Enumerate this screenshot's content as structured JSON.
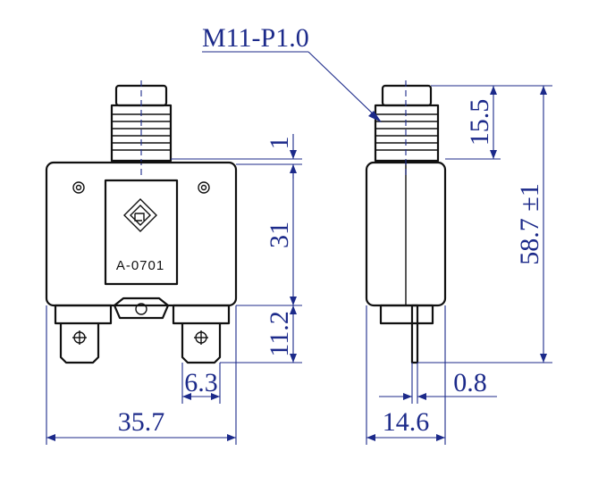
{
  "callout": {
    "label": "M11-P1.0"
  },
  "marking": {
    "code": "A-0701",
    "logo": "logo-icon"
  },
  "dims": {
    "height_total": "58.7 ±1",
    "button_height": "15.5",
    "collar_gap": "1",
    "body_height": "31",
    "terminal_length": "11.2",
    "terminal_width": "6.3",
    "body_width": "35.7",
    "body_depth": "14.6",
    "terminal_thickness": "0.8"
  },
  "colors": {
    "dimension": "#1c2a8a",
    "outline": "#111111"
  }
}
